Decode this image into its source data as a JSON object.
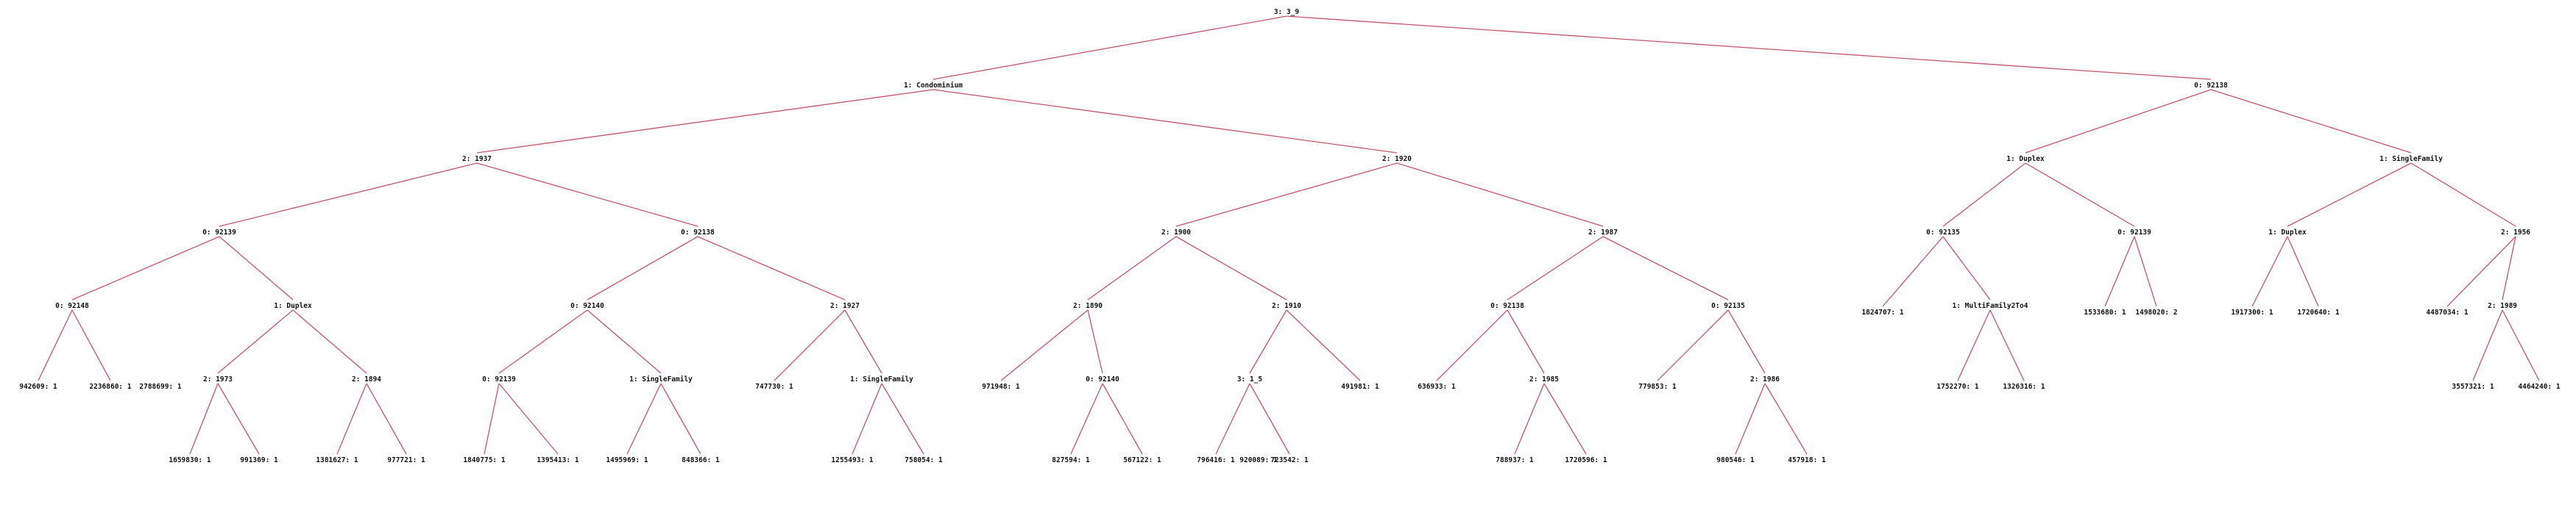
{
  "tree": {
    "root": "3: 3_9",
    "nodes": {
      "n0": "3: 3_9",
      "n1": "1: Condominium",
      "n2": "0: 92138",
      "n3": "2: 1937",
      "n4": "2: 1920",
      "n5": "1: Duplex",
      "n6": "1: SingleFamily",
      "n7": "0: 92139",
      "n8": "0: 92138",
      "n9": "2: 1900",
      "n10": "2: 1987",
      "n11": "0: 92135",
      "n12": "0: 92139",
      "n13": "1: Duplex",
      "n14": "2: 1956",
      "n15": "0: 92148",
      "n16": "1: Duplex",
      "n17": "0: 92140",
      "n18": "2: 1927",
      "n19": "2: 1890",
      "n20": "2: 1910",
      "n21": "0: 92138",
      "n22": "0: 92135",
      "n23": "1824707: 1",
      "n24": "1: MultiFamily2To4",
      "n25": "1533680: 1",
      "n26": "1498020: 2",
      "n27": "1917300: 1",
      "n28": "1720640: 1",
      "n29": "4487034: 1",
      "n30": "2: 1989",
      "n31": "942609: 1",
      "n32": "2236860: 1",
      "n33": "2788699: 1",
      "n34": "2: 1973",
      "n35": "2: 1894",
      "n36": "0: 92139",
      "n37": "1: SingleFamily",
      "n38": "747730: 1",
      "n39": "1: SingleFamily",
      "n40": "971948: 1",
      "n41": "0: 92140",
      "n42": "3: 1_5",
      "n43": "491981: 1",
      "n44": "636933: 1",
      "n45": "2: 1985",
      "n46": "779853: 1",
      "n47": "2: 1986",
      "n48": "1752270: 1",
      "n49": "1326316: 1",
      "n50": "3557321: 1",
      "n51": "4464240: 1",
      "n52": "1659830: 1",
      "n53": "991369: 1",
      "n54": "1381627: 1",
      "n55": "977721: 1",
      "n56": "1840775: 1",
      "n57": "1395413: 1",
      "n58": "1495969: 1",
      "n59": "848366: 1",
      "n60": "1255493: 1",
      "n61": "758054: 1",
      "n62": "827594: 1",
      "n63": "567122: 1",
      "n64": "796416: 1",
      "n65": "920089: 1",
      "n66": "723542: 1",
      "n67": "788937: 1",
      "n68": "1720596: 1",
      "n69": "980546: 1",
      "n70": "457918: 1"
    },
    "edges": [
      [
        "n0",
        "n1"
      ],
      [
        "n0",
        "n2"
      ],
      [
        "n1",
        "n3"
      ],
      [
        "n1",
        "n4"
      ],
      [
        "n2",
        "n5"
      ],
      [
        "n2",
        "n6"
      ],
      [
        "n3",
        "n7"
      ],
      [
        "n3",
        "n8"
      ],
      [
        "n4",
        "n9"
      ],
      [
        "n4",
        "n10"
      ],
      [
        "n5",
        "n11"
      ],
      [
        "n5",
        "n12"
      ],
      [
        "n6",
        "n13"
      ],
      [
        "n6",
        "n14"
      ],
      [
        "n7",
        "n15"
      ],
      [
        "n7",
        "n16"
      ],
      [
        "n8",
        "n17"
      ],
      [
        "n8",
        "n18"
      ],
      [
        "n9",
        "n19"
      ],
      [
        "n9",
        "n20"
      ],
      [
        "n10",
        "n21"
      ],
      [
        "n10",
        "n22"
      ],
      [
        "n11",
        "n23"
      ],
      [
        "n11",
        "n24"
      ],
      [
        "n12",
        "n25"
      ],
      [
        "n12",
        "n26"
      ],
      [
        "n13",
        "n27"
      ],
      [
        "n13",
        "n28"
      ],
      [
        "n14",
        "n29"
      ],
      [
        "n14",
        "n30"
      ],
      [
        "n15",
        "n31"
      ],
      [
        "n15",
        "n32"
      ],
      [
        "n16",
        "n34"
      ],
      [
        "n16",
        "n35"
      ],
      [
        "n17",
        "n36"
      ],
      [
        "n17",
        "n37"
      ],
      [
        "n18",
        "n38"
      ],
      [
        "n18",
        "n39"
      ],
      [
        "n19",
        "n40"
      ],
      [
        "n19",
        "n41"
      ],
      [
        "n20",
        "n42"
      ],
      [
        "n20",
        "n43"
      ],
      [
        "n21",
        "n44"
      ],
      [
        "n21",
        "n45"
      ],
      [
        "n22",
        "n46"
      ],
      [
        "n22",
        "n47"
      ],
      [
        "n24",
        "n48"
      ],
      [
        "n24",
        "n49"
      ],
      [
        "n30",
        "n50"
      ],
      [
        "n30",
        "n51"
      ],
      [
        "n34",
        "n52"
      ],
      [
        "n34",
        "n53"
      ],
      [
        "n35",
        "n54"
      ],
      [
        "n35",
        "n55"
      ],
      [
        "n36",
        "n56"
      ],
      [
        "n36",
        "n57"
      ],
      [
        "n37",
        "n58"
      ],
      [
        "n37",
        "n59"
      ],
      [
        "n39",
        "n60"
      ],
      [
        "n39",
        "n61"
      ],
      [
        "n41",
        "n62"
      ],
      [
        "n41",
        "n63"
      ],
      [
        "n42",
        "n64"
      ],
      [
        "n42",
        "n66"
      ],
      [
        "n45",
        "n67"
      ],
      [
        "n45",
        "n68"
      ],
      [
        "n47",
        "n69"
      ],
      [
        "n47",
        "n70"
      ]
    ],
    "edge_color": "#c2566a",
    "label_color": "#111111"
  }
}
